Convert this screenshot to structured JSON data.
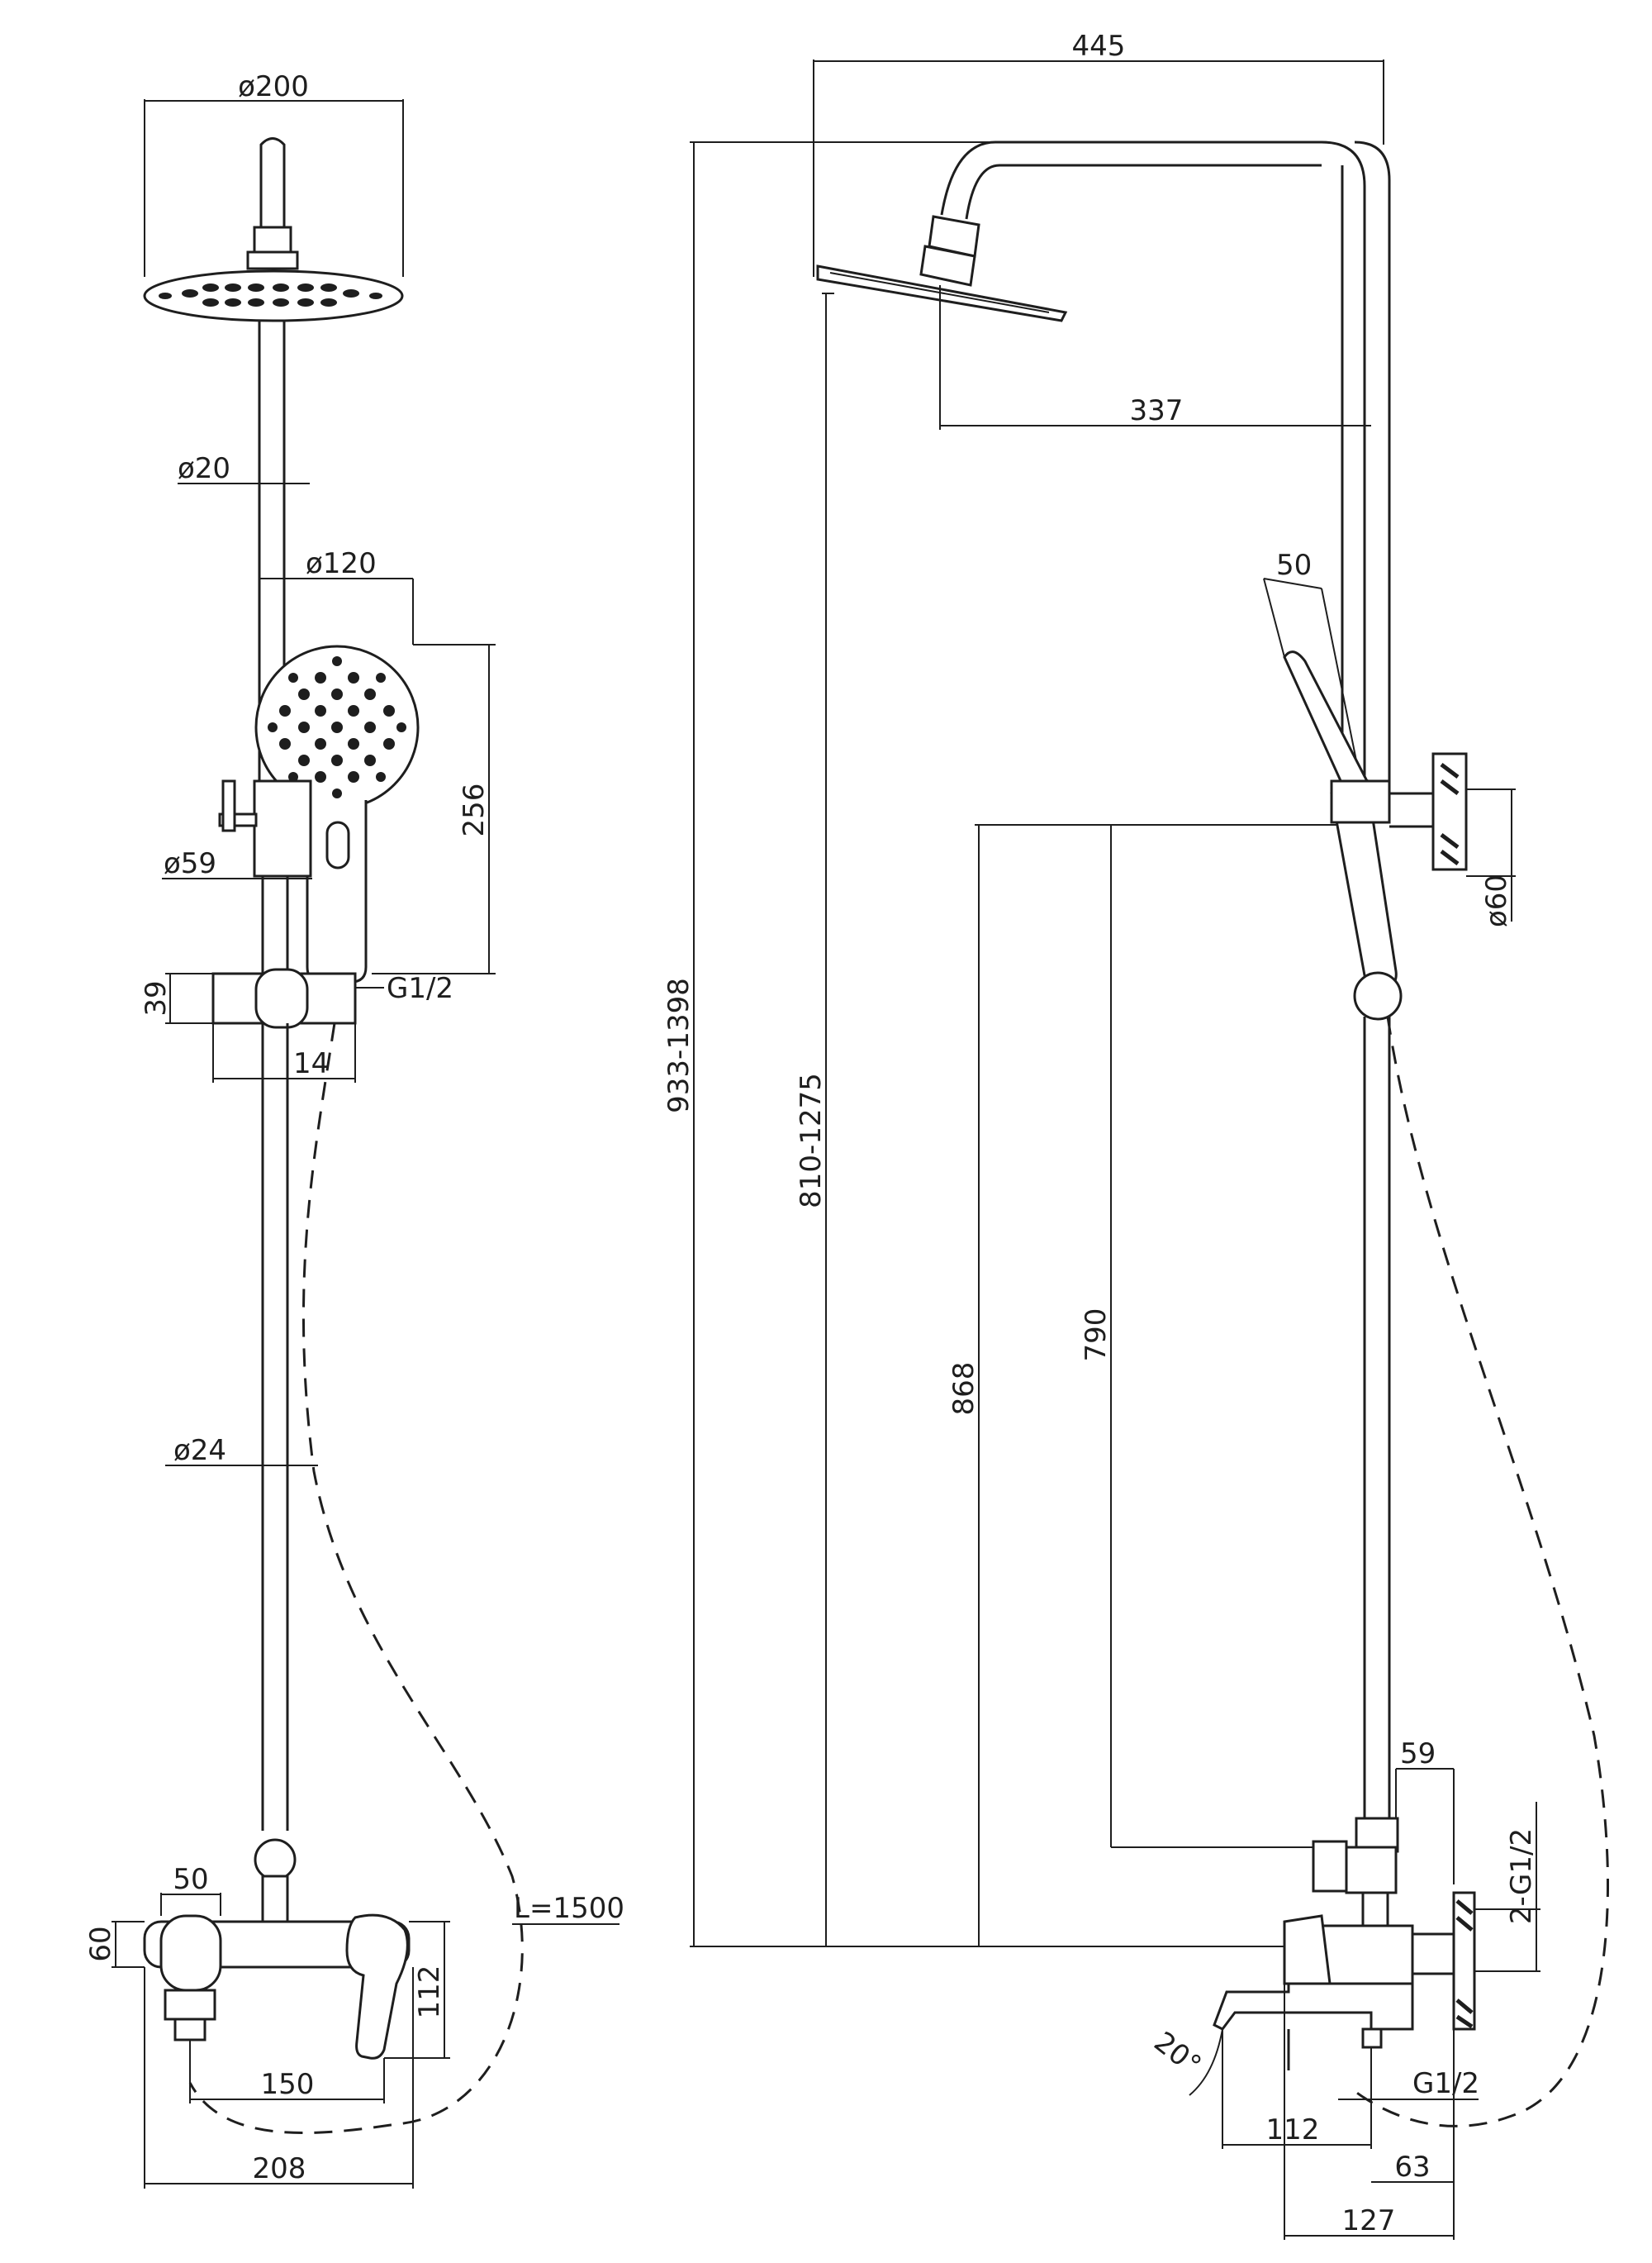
{
  "front_view": {
    "d_head": "ø200",
    "d_arm": "ø20",
    "d_hand": "ø120",
    "h_hand": "256",
    "d_mixer_cap": "ø59",
    "h_slider": "39",
    "thread_slider": "G1/2",
    "w_slider": "14",
    "d_rail": "ø24",
    "hose_length": "L=1500",
    "w_knob": "50",
    "h_body": "60",
    "h_lever": "112",
    "w_outlet": "150",
    "w_total": "208"
  },
  "side_view": {
    "reach_top": "445",
    "reach_head": "337",
    "h_total": "933-1398",
    "h_head": "810-1275",
    "h_holder": "868",
    "h_rail": "790",
    "d_holder": "50",
    "d_wall_flange": "ø60",
    "d_connector": "59",
    "thread_inlet": "2-G1/2",
    "angle_spout": "20°",
    "thread_outlet": "G1/2",
    "spout_reach": "112",
    "offset_outlet": "63",
    "depth_total": "127"
  }
}
